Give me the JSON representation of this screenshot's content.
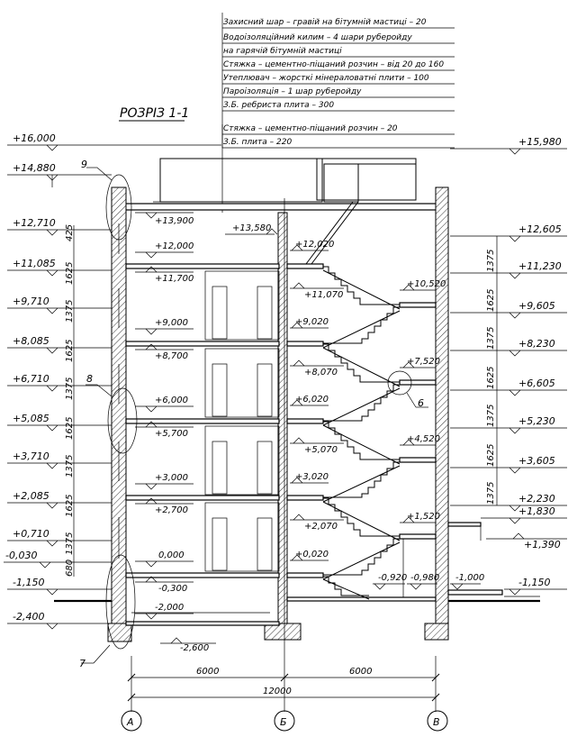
{
  "title": "РОЗРІЗ 1-1",
  "roof_layers": [
    "Захисний шар – гравій на бітумній мастиці – 20",
    "Водоізоляційний килим – 4 шари руберойду",
    "на гарячій бітумній мастиці",
    "Стяжка – цементно-піщаний розчин – від 20 до 160",
    "Утеплювач – жорсткі мінераловатні плити – 100",
    "Пароізоляція – 1 шар руберойду",
    "З.Б. ребриста плита – 300"
  ],
  "floor_layers": [
    "Стяжка – цементно-піщаний розчин – 20",
    "З.Б. плита – 220"
  ],
  "left_marks": [
    "+16,000",
    "+14,880",
    "+12,710",
    "+11,085",
    "+9,710",
    "+8,085",
    "+6,710",
    "+5,085",
    "+3,710",
    "+2,085",
    "+0,710",
    "-0,030",
    "-1,150",
    "-2,400"
  ],
  "right_marks": [
    "+15,980",
    "+12,605",
    "+11,230",
    "+9,605",
    "+8,230",
    "+6,605",
    "+5,230",
    "+3,605",
    "+2,230",
    "+1,830",
    "+1,390",
    "-1,150"
  ],
  "left_dims": [
    "425",
    "1625",
    "1375",
    "1625",
    "1375",
    "1625",
    "1375",
    "1625",
    "1375",
    "680"
  ],
  "right_dims": [
    "1375",
    "1625",
    "1375",
    "1625",
    "1375"
  ],
  "inner_marks_left": [
    "+13,900",
    "+12,000",
    "+11,700",
    "+9,000",
    "+8,700",
    "+6,000",
    "+5,700",
    "+3,000",
    "+2,700",
    "0,000",
    "-0,300",
    "-2,000",
    "-2,600"
  ],
  "inner_marks_mid": [
    "+13,580"
  ],
  "stair_marks": [
    "+12,020",
    "+11,070",
    "+10,520",
    "+9,020",
    "+8,070",
    "+7,520",
    "+6,020",
    "+5,070",
    "+4,520",
    "+3,020",
    "+2,070",
    "+1,520",
    "+0,020",
    "-0,920",
    "-0,980",
    "-1,000"
  ],
  "callouts": [
    "9",
    "8",
    "7",
    "6"
  ],
  "dims_bottom": [
    "6000",
    "6000",
    "12000"
  ],
  "axes": [
    "А",
    "Б",
    "В"
  ]
}
